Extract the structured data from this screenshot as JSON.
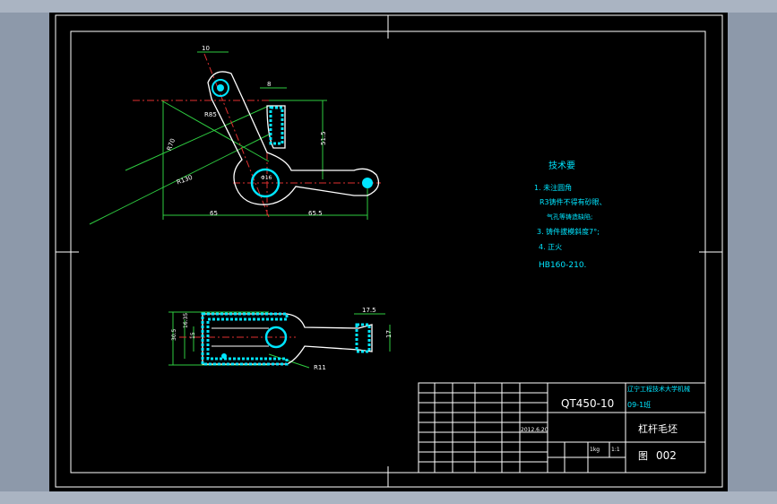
{
  "drawing": {
    "tech_req_title": "技术要",
    "tech_req": [
      "1. 未注圆角",
      "R3铸件不得有砂眼、",
      "气孔等铸造缺陷;",
      "3. 铸件拔模斜度7°;",
      "4. 正火",
      "HB160-210."
    ]
  },
  "dims_view1": {
    "d10": "10",
    "d8": "8",
    "r85": "R85",
    "r70": "R70",
    "r130": "R130",
    "phi16": "Φ16",
    "d51_5": "51.5",
    "d65": "65",
    "d65_5": "65.5"
  },
  "dims_view2": {
    "d30": "30.5",
    "d16": "16.35",
    "d15": "15",
    "d17_5": "17.5",
    "d17": "17",
    "r11": "R11"
  },
  "title_block": {
    "material": "QT450-10",
    "school": "辽宁工程技术大学机械",
    "class": "09-1班",
    "part_name": "杠杆毛坯",
    "drawing_no_prefix": "图",
    "drawing_no": "002",
    "date": "2012.6.20",
    "weight": "1kg",
    "scale": "1:1"
  }
}
